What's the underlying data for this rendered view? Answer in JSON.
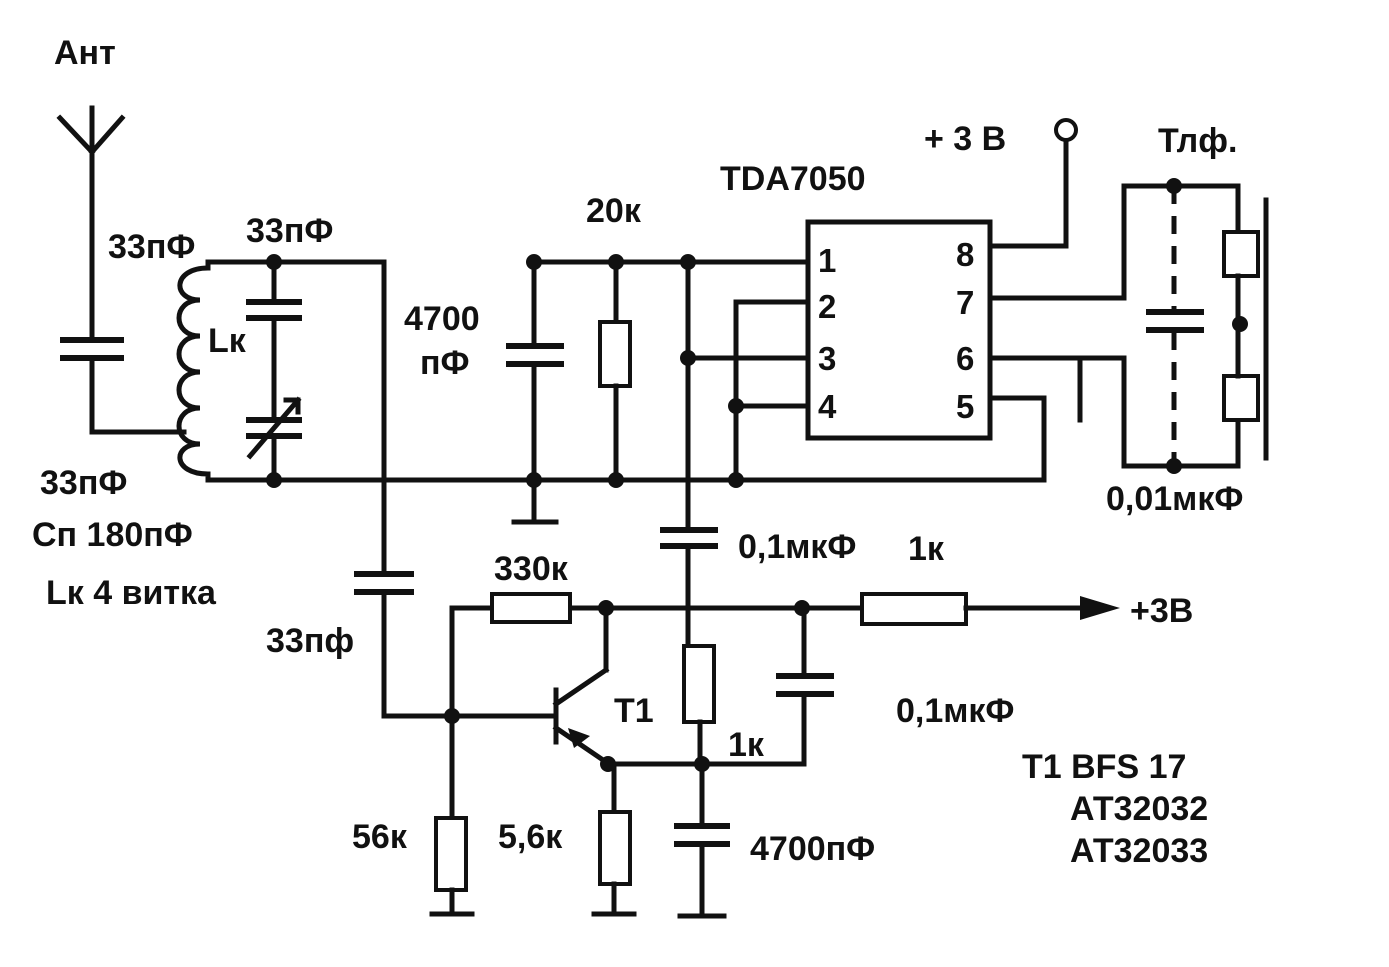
{
  "labels": {
    "antenna": "Ант",
    "c_ant": "33пФ",
    "c_top": "33пФ",
    "inductor": "Lк",
    "c_bottom": "33пФ",
    "cp_value": "Сп 180пФ",
    "lk_turns": "Lк 4 витка",
    "c_couple": "33пф",
    "r_feedback": "20к",
    "c_input_a": "4700",
    "c_input_b": "пФ",
    "ic": "TDA7050",
    "supply_top": "+ 3 В",
    "phones": "Тлф.",
    "c_phones": "0,01мкФ",
    "c_out": "0,1мкФ",
    "r_supply": "1к",
    "supply_right": "+3В",
    "r_bias": "330к",
    "transistor": "Т1",
    "c_decouple": "0,1мкФ",
    "r_collector": "1к",
    "r_base": "56к",
    "r_emitter": "5,6к",
    "c_emitter": "4700пФ",
    "part_line1": "Т1 BFS 17",
    "part_line2": "АТ32032",
    "part_line3": "АТ32033"
  },
  "ic_pins": [
    "1",
    "2",
    "3",
    "4",
    "5",
    "6",
    "7",
    "8"
  ],
  "colors": {
    "ink": "#111111",
    "paper": "#ffffff"
  }
}
